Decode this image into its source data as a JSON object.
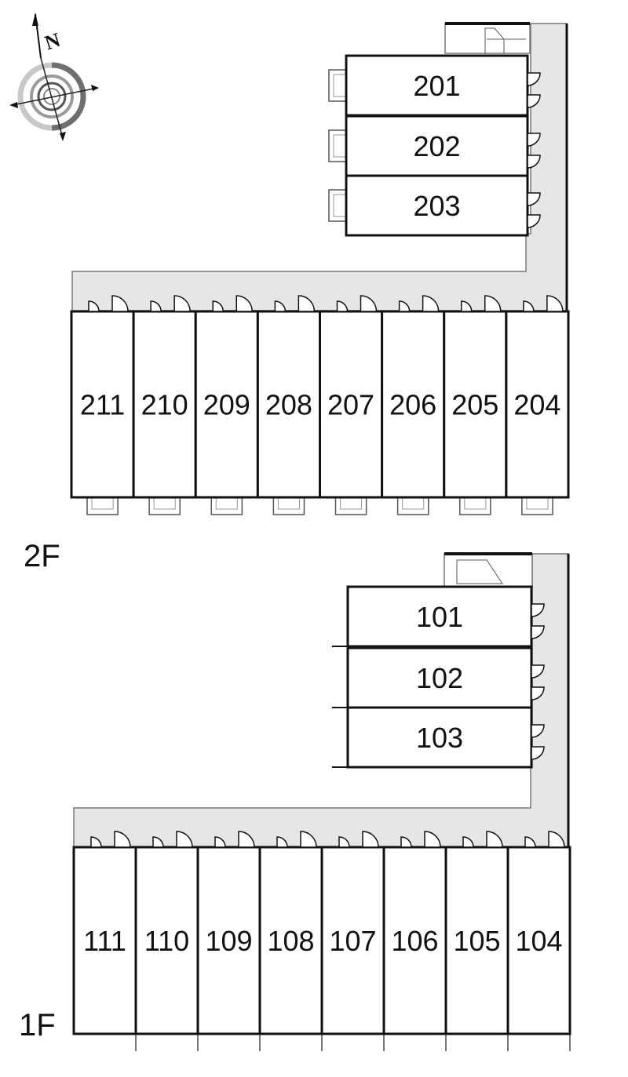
{
  "compass": {
    "north_label": "N"
  },
  "floors": [
    {
      "label": "2F",
      "wing_rooms": [
        "201",
        "202",
        "203"
      ],
      "row_rooms": [
        "211",
        "210",
        "209",
        "208",
        "207",
        "206",
        "205",
        "204"
      ]
    },
    {
      "label": "1F",
      "wing_rooms": [
        "101",
        "102",
        "103"
      ],
      "row_rooms": [
        "111",
        "110",
        "109",
        "108",
        "107",
        "106",
        "105",
        "104"
      ]
    }
  ],
  "colors": {
    "wall": "#111111",
    "corridor": "#e6e6e6",
    "line": "#777777"
  }
}
